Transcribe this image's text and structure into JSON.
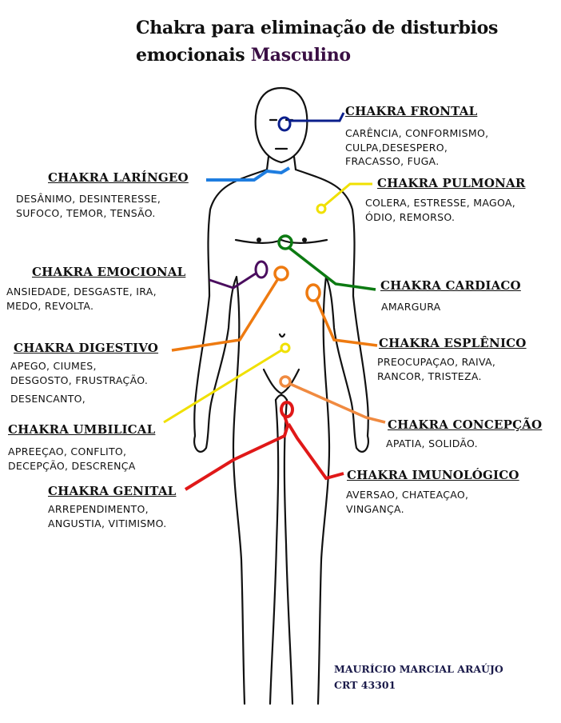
{
  "title": {
    "line1": "Chakra para eliminação de disturbios",
    "line2_prefix": "emocionais",
    "line2_accent": "Masculino"
  },
  "chakras": [
    {
      "id": "frontal",
      "label": "CHAKRA FRONTAL",
      "desc": [
        "CARÊNCIA, CONFORMISMO,",
        "CULPA,DESESPERO,",
        "FRACASSO, FUGA."
      ],
      "color": "#0b1f8c"
    },
    {
      "id": "laringeo",
      "label": "CHAKRA LARÍNGEO",
      "desc": [
        "DESÂNIMO, DESINTERESSE,",
        "SUFOCO, TEMOR, TENSÃO."
      ],
      "color": "#1e7de0"
    },
    {
      "id": "pulmonar",
      "label": "CHAKRA PULMONAR",
      "desc": [
        "COLERA, ESTRESSE, MAGOA,",
        "ÓDIO, REMORSO."
      ],
      "color": "#f0e000"
    },
    {
      "id": "emocional",
      "label": "CHAKRA EMOCIONAL",
      "desc": [
        "ANSIEDADE, DESGASTE, IRA,",
        "MEDO, REVOLTA."
      ],
      "color": "#4a0d5e"
    },
    {
      "id": "cardiaco",
      "label": "CHAKRA CARDIACO",
      "desc": [
        "AMARGURA"
      ],
      "color": "#0c7a12"
    },
    {
      "id": "digestivo",
      "label": "CHAKRA DIGESTIVO",
      "desc": [
        "APEGO, CIUMES,",
        "DESGOSTO, FRUSTRAÇÃO.",
        "DESENCANTO,"
      ],
      "color": "#ee7a10"
    },
    {
      "id": "esplenico",
      "label": "CHAKRA ESPLÊNICO",
      "desc": [
        "PREOCUPAÇAO, RAIVA,",
        "RANCOR, TRISTEZA."
      ],
      "color": "#ee7a10"
    },
    {
      "id": "umbilical",
      "label": "CHAKRA UMBILICAL",
      "desc": [
        "APREEÇAO, CONFLITO,",
        "DECEPÇÃO, DESCRENÇA"
      ],
      "color": "#f0e000"
    },
    {
      "id": "concepcao",
      "label": "CHAKRA CONCEPÇÃO",
      "desc": [
        "APATIA, SOLIDÃO."
      ],
      "color": "#f08a40"
    },
    {
      "id": "genital",
      "label": "CHAKRA GENITAL",
      "desc": [
        "ARREPENDIMENTO,",
        "ANGUSTIA, VITIMISMO."
      ],
      "color": "#e01818"
    },
    {
      "id": "imunologico",
      "label": "CHAKRA IMUNOLÓGICO",
      "desc": [
        "AVERSAO, CHATEAÇAO,",
        "VINGANÇA."
      ],
      "color": "#e01818"
    }
  ],
  "author": {
    "name": "MAURÍCIO MARCIAL ARAÚJO",
    "crt": "CRT 43301"
  }
}
